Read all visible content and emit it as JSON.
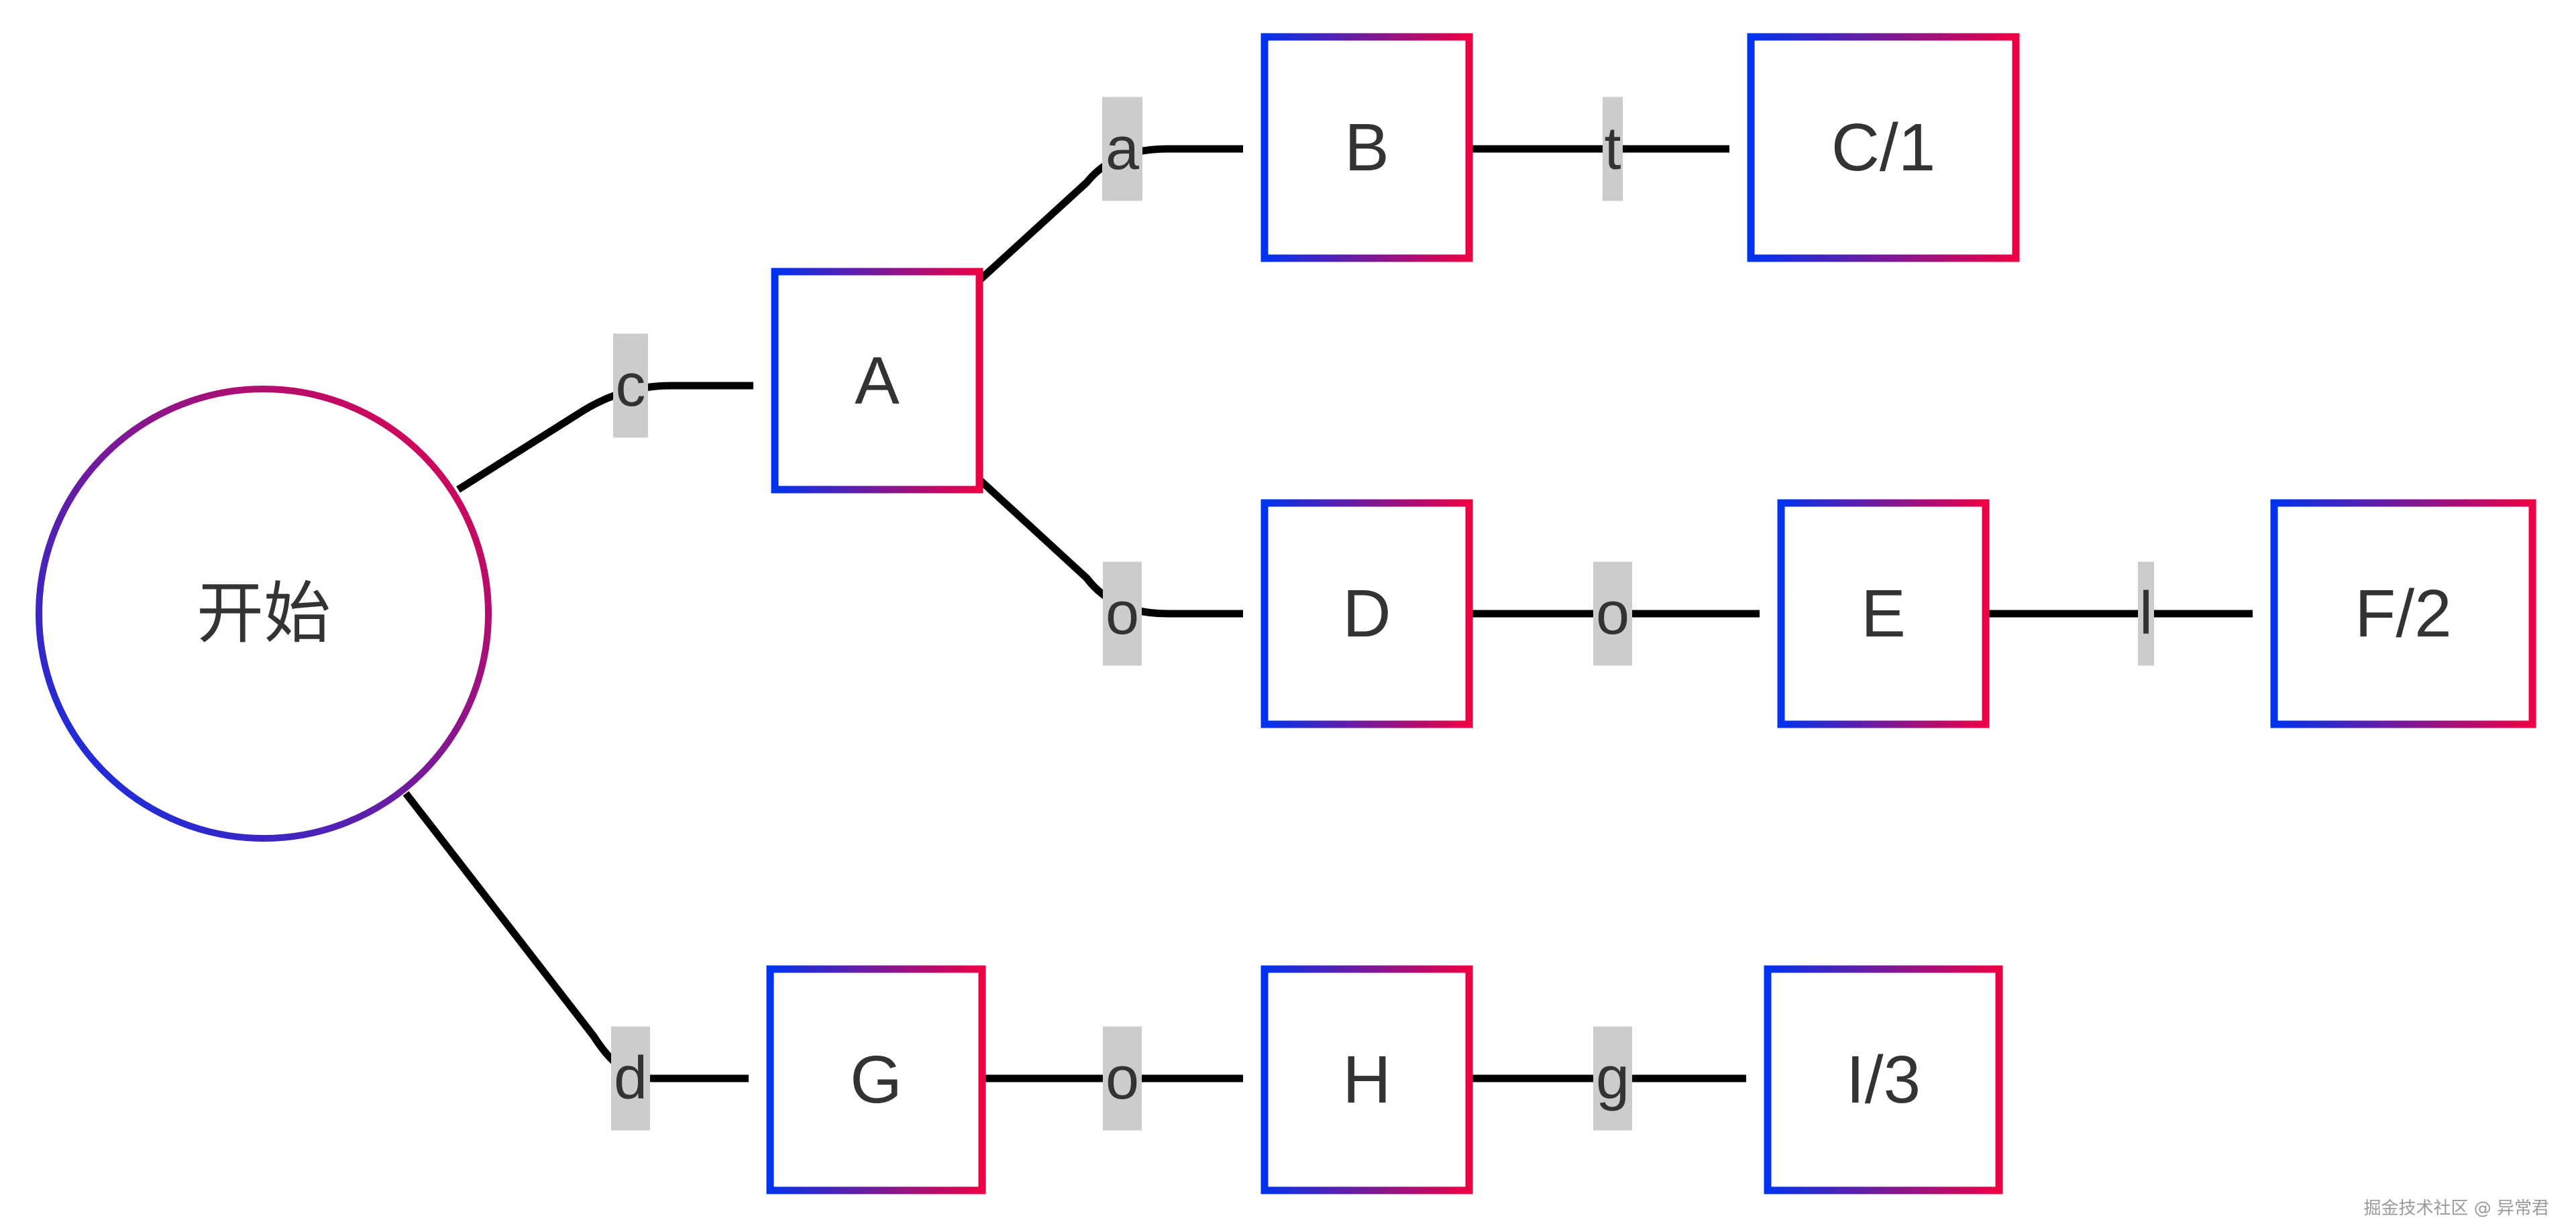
{
  "diagram": {
    "type": "trie",
    "nodes": [
      {
        "id": "start",
        "label": "开始",
        "shape": "circle"
      },
      {
        "id": "A",
        "label": "A",
        "shape": "rect"
      },
      {
        "id": "B",
        "label": "B",
        "shape": "rect"
      },
      {
        "id": "C",
        "label": "C/1",
        "shape": "rect"
      },
      {
        "id": "D",
        "label": "D",
        "shape": "rect"
      },
      {
        "id": "E",
        "label": "E",
        "shape": "rect"
      },
      {
        "id": "F",
        "label": "F/2",
        "shape": "rect"
      },
      {
        "id": "G",
        "label": "G",
        "shape": "rect"
      },
      {
        "id": "H",
        "label": "H",
        "shape": "rect"
      },
      {
        "id": "I",
        "label": "I/3",
        "shape": "rect"
      }
    ],
    "edges": [
      {
        "from": "start",
        "to": "A",
        "label": "c"
      },
      {
        "from": "A",
        "to": "B",
        "label": "a"
      },
      {
        "from": "B",
        "to": "C",
        "label": "t"
      },
      {
        "from": "A",
        "to": "D",
        "label": "o"
      },
      {
        "from": "D",
        "to": "E",
        "label": "o"
      },
      {
        "from": "E",
        "to": "F",
        "label": "l"
      },
      {
        "from": "start",
        "to": "G",
        "label": "d"
      },
      {
        "from": "G",
        "to": "H",
        "label": "o"
      },
      {
        "from": "H",
        "to": "I",
        "label": "g"
      }
    ],
    "colors": {
      "border_start": "#0033ee",
      "border_end": "#ee0044",
      "edge": "#000000",
      "edge_label_background": "#cccccc",
      "text": "#333333"
    }
  },
  "watermark": "掘金技术社区 @ 异常君"
}
